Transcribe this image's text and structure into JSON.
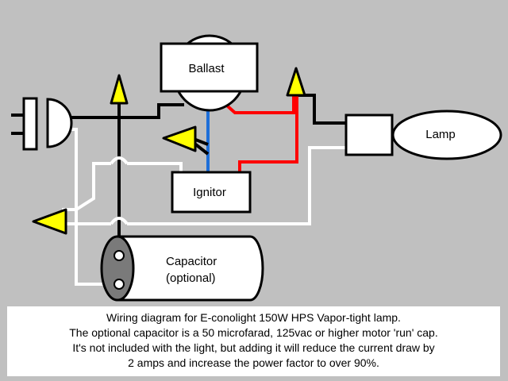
{
  "components": {
    "ballast": "Ballast",
    "lamp": "Lamp",
    "ignitor": "Ignitor",
    "capacitor_line1": "Capacitor",
    "capacitor_line2": "(optional)"
  },
  "caption": {
    "line1": "Wiring diagram for E-conolight 150W HPS Vapor-tight lamp.",
    "line2": "The optional capacitor is a 50 microfarad, 125vac or higher motor 'run' cap.",
    "line3": "It's not included with the light, but adding it will reduce the current draw by",
    "line4": "2 amps and increase the power factor to over 90%."
  },
  "colors": {
    "background": "#c0c0c0",
    "wire_black": "#000000",
    "wire_white": "#ffffff",
    "wire_red": "#ff0000",
    "wire_blue": "#1e6fd9",
    "wire_nut": "#ffff00",
    "capacitor_end": "#7a7a7a"
  }
}
